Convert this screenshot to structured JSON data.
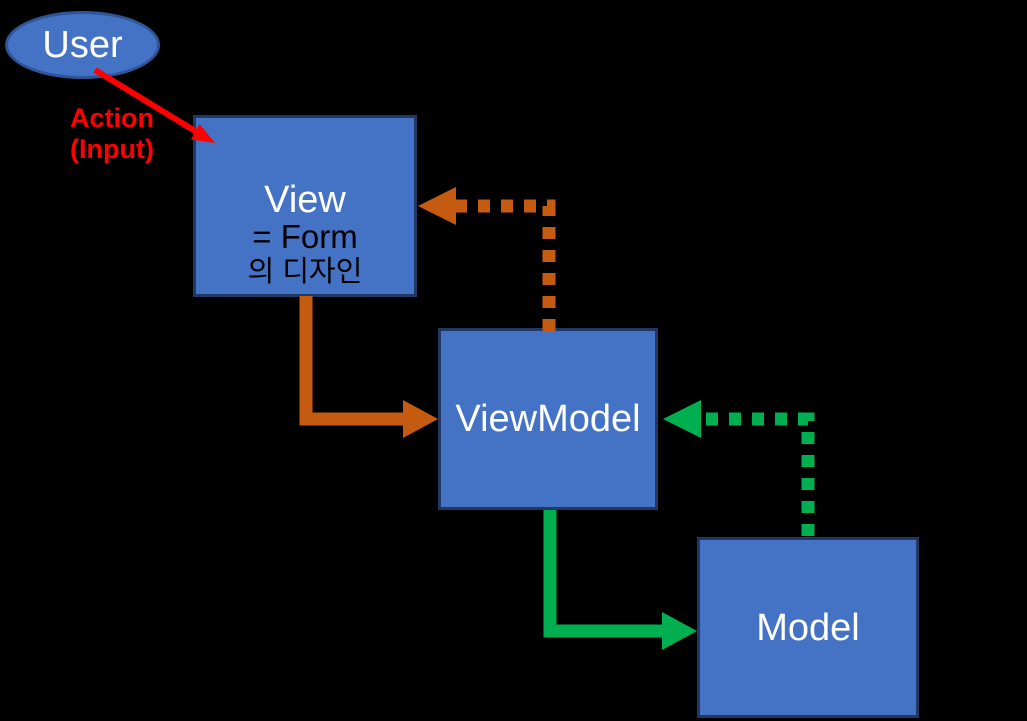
{
  "title": "MVVM pattern diagram",
  "background": "#000000",
  "colors": {
    "background": "#000000",
    "box_fill": "#4472C4",
    "box_border": "#1F3864",
    "ellipse_border": "#2E5597",
    "red": "#FF0000",
    "orange": "#C55A11",
    "green": "#00B050",
    "white_text": "#FFFFFF",
    "black_text": "#000000"
  },
  "nodes": {
    "user": {
      "label": "User",
      "shape": "ellipse"
    },
    "view": {
      "title": "View",
      "line2": "= Form",
      "line3": "의 디자인",
      "shape": "rect"
    },
    "viewmodel": {
      "label": "ViewModel",
      "shape": "rect"
    },
    "model": {
      "label": "Model",
      "shape": "rect"
    }
  },
  "annotations": {
    "action_line1": "Action",
    "action_line2": "(Input)"
  },
  "edges": [
    {
      "name": "user-action-arrow",
      "from": "user",
      "to": "view",
      "style": "solid",
      "color": "#FF0000",
      "label": "Action (Input)"
    },
    {
      "name": "view-to-viewmodel-arrow",
      "from": "view",
      "to": "viewmodel",
      "style": "solid",
      "color": "#C55A11"
    },
    {
      "name": "viewmodel-to-view-arrow",
      "from": "viewmodel",
      "to": "view",
      "style": "dotted",
      "color": "#C55A11"
    },
    {
      "name": "viewmodel-to-model-arrow",
      "from": "viewmodel",
      "to": "model",
      "style": "solid",
      "color": "#00B050"
    },
    {
      "name": "model-to-viewmodel-arrow",
      "from": "model",
      "to": "viewmodel",
      "style": "dotted",
      "color": "#00B050"
    }
  ]
}
